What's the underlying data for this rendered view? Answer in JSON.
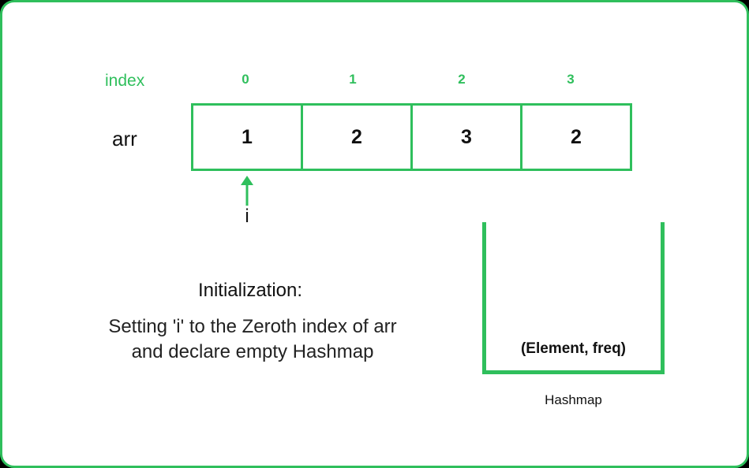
{
  "index_label": "index",
  "indices": [
    "0",
    "1",
    "2",
    "3"
  ],
  "array_label": "arr",
  "array_values": [
    "1",
    "2",
    "3",
    "2"
  ],
  "pointer_label": "i",
  "init_title": "Initialization:",
  "init_desc_line1": "Setting 'i' to the Zeroth index of arr",
  "init_desc_line2": "and declare empty Hashmap",
  "hashmap_content": "(Element, freq)",
  "hashmap_caption": "Hashmap",
  "colors": {
    "accent": "#2fbf5c",
    "text": "#111111",
    "background": "#ffffff"
  }
}
